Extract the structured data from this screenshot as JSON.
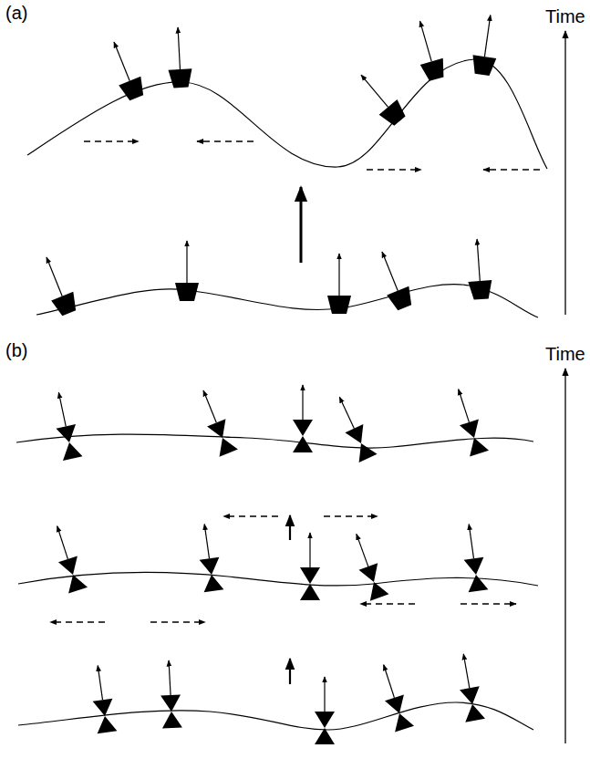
{
  "diagram": {
    "labels": [
      "(a)",
      "Time",
      "(b)",
      "Time"
    ]
  }
}
